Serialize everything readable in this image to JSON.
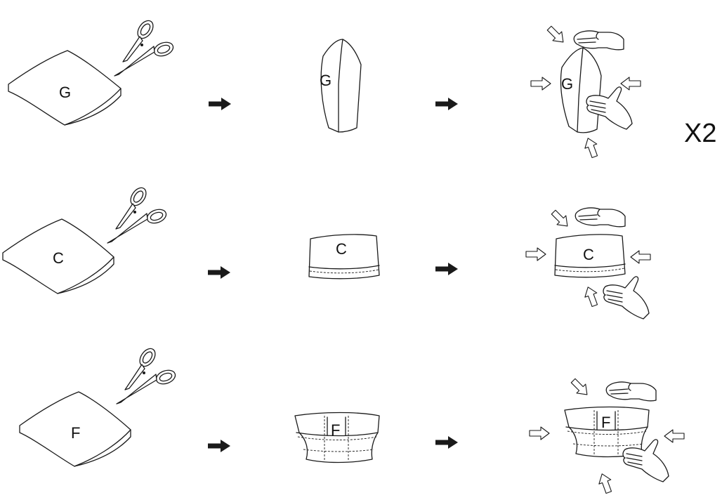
{
  "steps": [
    {
      "raw_label": "G",
      "shaped_label": "G",
      "pressed_label": "G"
    },
    {
      "raw_label": "C",
      "shaped_label": "C",
      "pressed_label": "C"
    },
    {
      "raw_label": "F",
      "shaped_label": "F",
      "pressed_label": "F"
    }
  ],
  "multiplier": "X2",
  "icons": {
    "cut": "scissors-icon",
    "next": "arrow-right-icon",
    "press": "hand-icon",
    "direction": "hollow-arrow-icon"
  },
  "colors": {
    "line": "#1a1a1a",
    "background": "#ffffff"
  }
}
